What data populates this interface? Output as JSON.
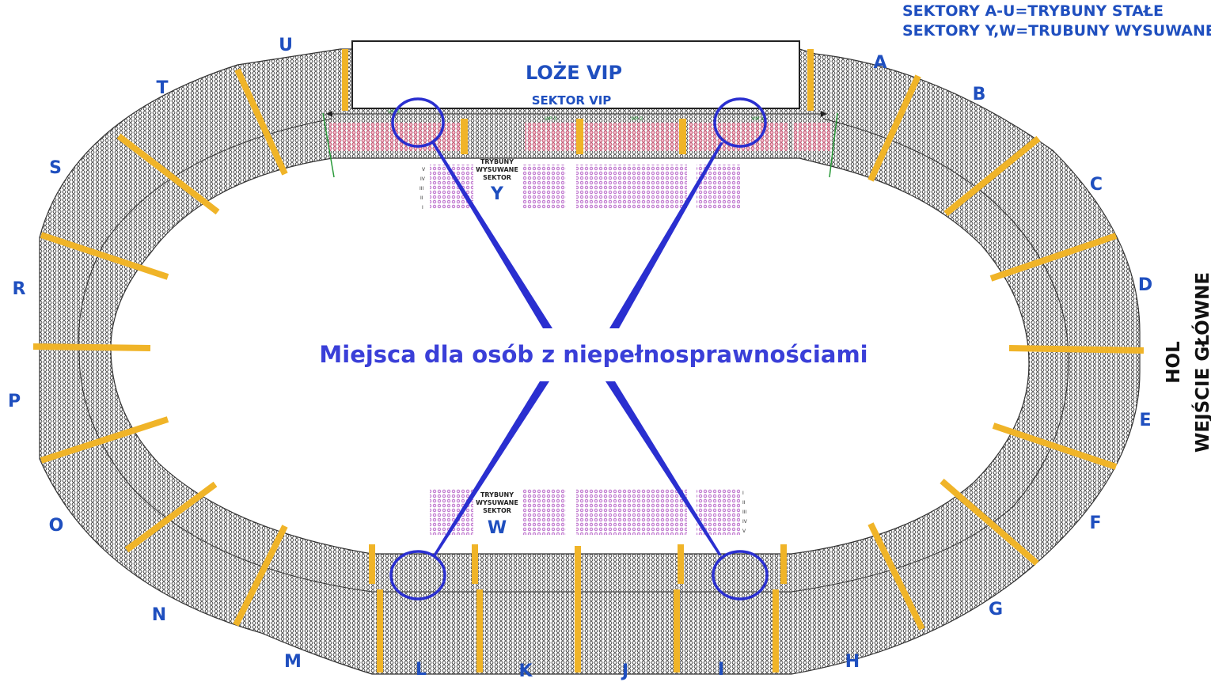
{
  "legend": {
    "line1": "SEKTORY A-U=TRYBUNY STAŁE",
    "line2": "SEKTORY Y,W=TRUBUNY WYSUWANE"
  },
  "vip": {
    "title": "LOŻE VIP",
    "subtitle": "SEKTOR VIP",
    "labels": [
      "VIP 3",
      "VIP 2",
      "VIP 1",
      "VIP 4"
    ]
  },
  "retractable": {
    "label_lines": [
      "TRYBUNY",
      "WYSUWANE",
      "SEKTOR"
    ],
    "top_letter": "Y",
    "bottom_letter": "W",
    "row_numerals": [
      "V",
      "IV",
      "III",
      "II",
      "I"
    ]
  },
  "sectors": [
    "A",
    "B",
    "C",
    "D",
    "E",
    "F",
    "G",
    "H",
    "I",
    "J",
    "K",
    "L",
    "M",
    "N",
    "O",
    "P",
    "R",
    "S",
    "T",
    "U"
  ],
  "accessibility_label": "Miejsca dla osób z niepełnosprawnościami",
  "entrance": {
    "line1": "HOL",
    "line2": "WEJŚCIE GŁÓWNE"
  },
  "colors": {
    "sector_letter": "#1f4fbf",
    "aisle": "#f0b428",
    "vip_seat": "#d94a6e",
    "retractable_seat": "#b05cc2",
    "accessibility": "#2a2fd0",
    "seat_dark": "#3a3a3a"
  }
}
